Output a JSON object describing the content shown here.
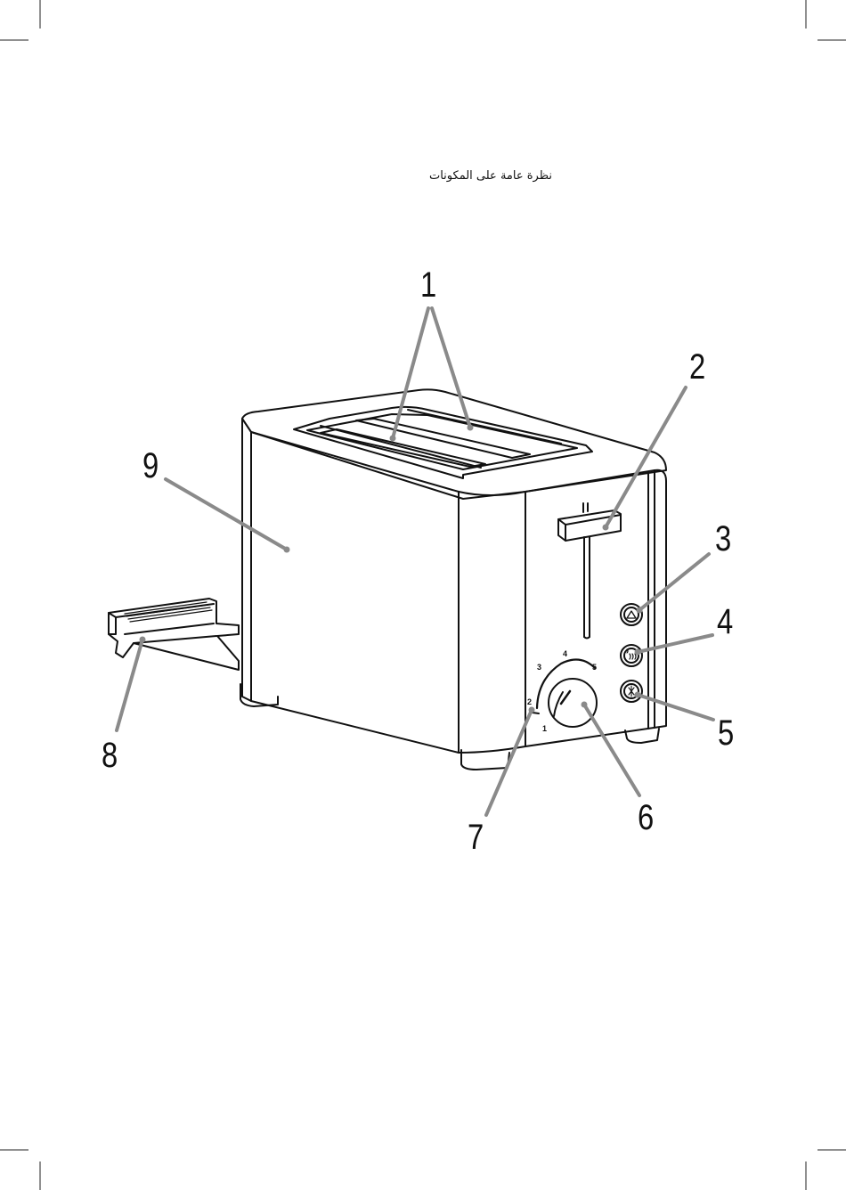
{
  "page": {
    "title": "نظرة عامة على المكونات"
  },
  "callouts": {
    "c1": "1",
    "c2": "2",
    "c3": "3",
    "c4": "4",
    "c5": "5",
    "c6": "6",
    "c7": "7",
    "c8": "8",
    "c9": "9"
  },
  "dial": {
    "d1": "1",
    "d2": "2",
    "d3": "3",
    "d4": "4",
    "d5": "5"
  },
  "icons": {
    "button_3": "eject-icon",
    "button_4": "reheat-icon",
    "button_5": "defrost-icon"
  },
  "colors": {
    "line": "#111111",
    "leader": "#8a8a8a"
  }
}
